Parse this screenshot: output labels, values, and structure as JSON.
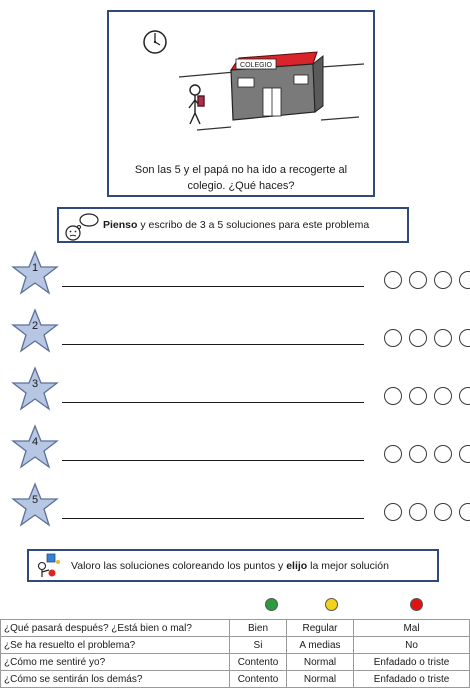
{
  "scene": {
    "school_sign": "COLEGIO",
    "caption_line1": "Son las 5 y el papá no ha ido a recogerte al",
    "caption_line2": "colegio. ¿Qué haces?"
  },
  "think": {
    "bold": "Pienso",
    "rest": " y escribo de 3 a 5 soluciones para este problema"
  },
  "solutions": [
    {
      "number": "1"
    },
    {
      "number": "2"
    },
    {
      "number": "3"
    },
    {
      "number": "4"
    },
    {
      "number": "5"
    }
  ],
  "rating": {
    "part1": "Valoro las soluciones coloreando los puntos y ",
    "bold": "elijo",
    "part2": " la mejor solución"
  },
  "legend_colors": {
    "good": "#2e9b3a",
    "regular": "#f2d21a",
    "bad": "#e01212"
  },
  "table": {
    "rows": [
      {
        "q": "¿Qué pasará después? ¿Está bien o mal?",
        "a": "Bien",
        "b": "Regular",
        "c": "Mal"
      },
      {
        "q": "¿Se ha resuelto el problema?",
        "a": "Si",
        "b": "A medias",
        "c": "No"
      },
      {
        "q": "¿Cómo me sentiré yo?",
        "a": "Contento",
        "b": "Normal",
        "c": "Enfadado o triste"
      },
      {
        "q": "¿Cómo se sentirán los demás?",
        "a": "Contento",
        "b": "Normal",
        "c": "Enfadado o triste"
      }
    ]
  },
  "colors": {
    "frame": "#2f4a7a",
    "star_fill": "#b7c6e3",
    "star_stroke": "#5b6f99",
    "roof": "#d8242a",
    "building": "#7a7a7a"
  }
}
